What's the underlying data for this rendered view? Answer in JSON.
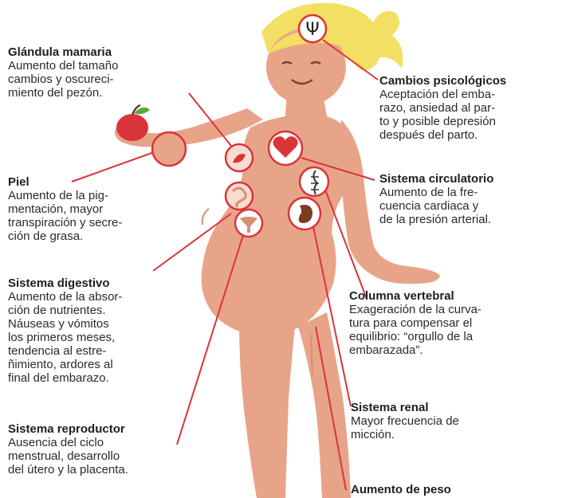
{
  "labels": [
    {
      "id": "glandula",
      "title": "Glándula mamaria",
      "lines": [
        "Aumento del tamaño",
        "cambios y oscureci-",
        "miento del pezón."
      ]
    },
    {
      "id": "psico",
      "title": "Cambios psicológicos",
      "lines": [
        "Aceptación del emba-",
        "razo, ansiedad al par-",
        "to y posible depresión",
        "después del parto."
      ]
    },
    {
      "id": "piel",
      "title": "Piel",
      "lines": [
        "Aumento de la pig-",
        "mentación, mayor",
        "transpiración y secre-",
        "ción de grasa."
      ]
    },
    {
      "id": "circulatorio",
      "title": "Sistema circulatorio",
      "lines": [
        "Aumento de la fre-",
        "cuencia cardiaca y",
        "de la presión arterial."
      ]
    },
    {
      "id": "digestivo",
      "title": "Sistema digestivo",
      "lines": [
        "Aumento de la absor-",
        "ción de nutrientes.",
        "Náuseas y vómitos",
        "los primeros meses,",
        "tendencia al estre-",
        "ñimiento, ardores al",
        "final del embarazo."
      ]
    },
    {
      "id": "columna",
      "title": "Columna vertebral",
      "lines": [
        "Exageración de la curva-",
        "tura para compensar el",
        "equilibrio: “orgullo de la",
        "embarazada”."
      ]
    },
    {
      "id": "renal",
      "title": "Sistema renal",
      "lines": [
        "Mayor frecuencia de",
        "micción."
      ]
    },
    {
      "id": "reproductor",
      "title": "Sistema reproductor",
      "lines": [
        "Ausencia del ciclo",
        "menstrual, desarrollo",
        "del útero y la placenta."
      ]
    },
    {
      "id": "peso",
      "title": "Aumento de peso",
      "lines": []
    }
  ],
  "icons": {
    "psique": "Ψ"
  },
  "colors": {
    "skin": "#e8a489",
    "skin_shadow": "#d98e74",
    "hair": "#f3df63",
    "accent_red": "#d9343a",
    "circle_fill": "#f7dccf"
  }
}
